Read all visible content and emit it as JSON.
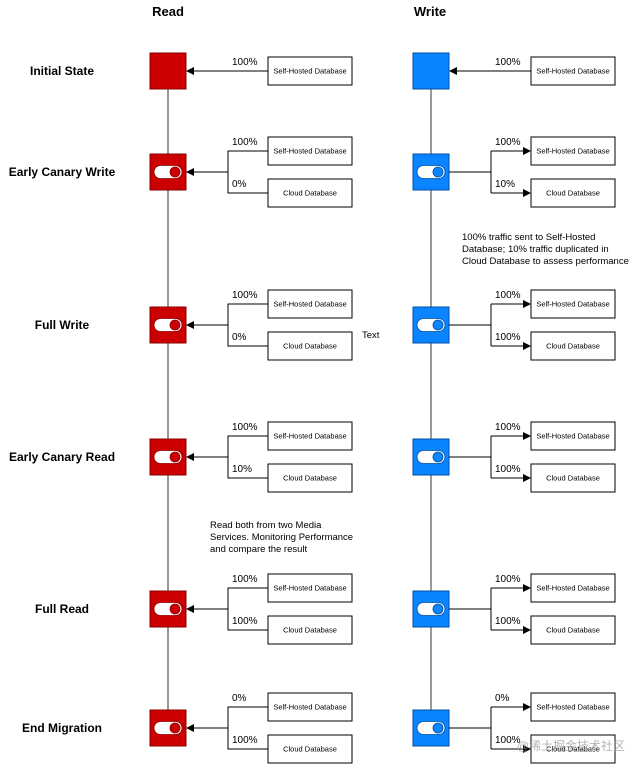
{
  "columns": {
    "read": {
      "title": "Read",
      "color": "#CC0000",
      "stroke": "#8B0000"
    },
    "write": {
      "title": "Write",
      "color": "#0A84FF",
      "stroke": "#0050A0"
    }
  },
  "stages": [
    {
      "label": "Initial State",
      "toggle": false,
      "read": [
        {
          "pct": "100%",
          "db": "Self-Hosted Database"
        }
      ],
      "write": [
        {
          "pct": "100%",
          "db": "Self-Hosted Database"
        }
      ]
    },
    {
      "label": "Early Canary Write",
      "toggle": true,
      "read": [
        {
          "pct": "100%",
          "db": "Self-Hosted Database"
        },
        {
          "pct": "0%",
          "db": "Cloud Database"
        }
      ],
      "write": [
        {
          "pct": "100%",
          "db": "Self-Hosted Database"
        },
        {
          "pct": "10%",
          "db": "Cloud Database"
        }
      ]
    },
    {
      "label": "Full Write",
      "toggle": true,
      "read": [
        {
          "pct": "100%",
          "db": "Self-Hosted Database"
        },
        {
          "pct": "0%",
          "db": "Cloud Database"
        }
      ],
      "write": [
        {
          "pct": "100%",
          "db": "Self-Hosted Database"
        },
        {
          "pct": "100%",
          "db": "Cloud Database"
        }
      ]
    },
    {
      "label": "Early Canary Read",
      "toggle": true,
      "read": [
        {
          "pct": "100%",
          "db": "Self-Hosted Database"
        },
        {
          "pct": "10%",
          "db": "Cloud Database"
        }
      ],
      "write": [
        {
          "pct": "100%",
          "db": "Self-Hosted Database"
        },
        {
          "pct": "100%",
          "db": "Cloud Database"
        }
      ]
    },
    {
      "label": "Full Read",
      "toggle": true,
      "read": [
        {
          "pct": "100%",
          "db": "Self-Hosted Database"
        },
        {
          "pct": "100%",
          "db": "Cloud Database"
        }
      ],
      "write": [
        {
          "pct": "100%",
          "db": "Self-Hosted Database"
        },
        {
          "pct": "100%",
          "db": "Cloud Database"
        }
      ]
    },
    {
      "label": "End Migration",
      "toggle": true,
      "read": [
        {
          "pct": "0%",
          "db": "Self-Hosted Database"
        },
        {
          "pct": "100%",
          "db": "Cloud Database"
        }
      ],
      "write": [
        {
          "pct": "0%",
          "db": "Self-Hosted Database"
        },
        {
          "pct": "100%",
          "db": "Cloud Database"
        }
      ]
    }
  ],
  "notes": {
    "write_note": [
      "100% traffic sent to Self-Hosted",
      "Database; 10% traffic duplicated in",
      "Cloud Database to assess performance"
    ],
    "stray_text": "Text",
    "read_note": [
      "Read both from two Media",
      "Services. Monitoring Performance",
      "and compare the result"
    ]
  },
  "watermark": "@稀土掘金技术社区"
}
